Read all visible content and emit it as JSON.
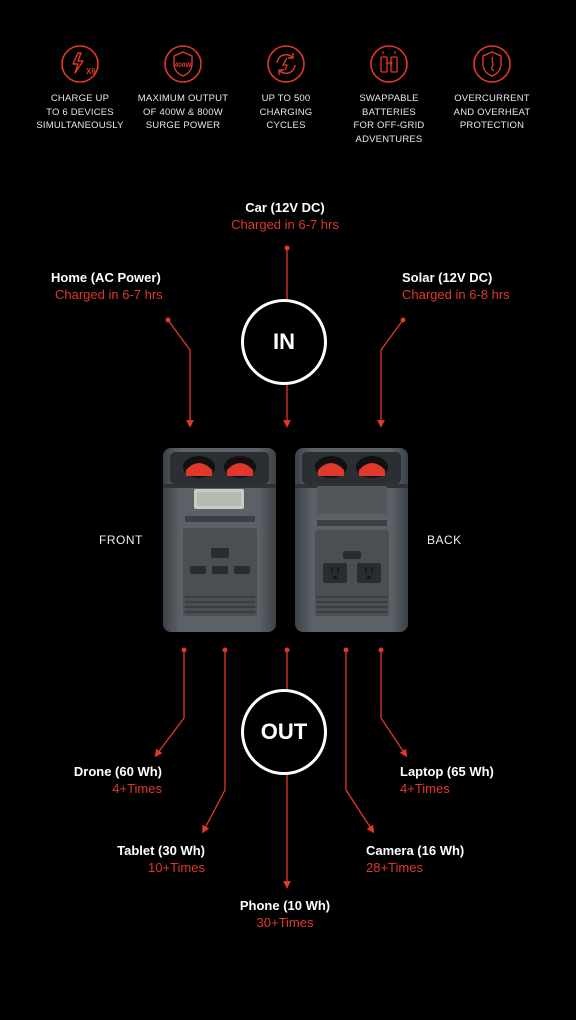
{
  "features": [
    {
      "icon": "charge-x6-icon",
      "text": "CHARGE UP\nTO 6 DEVICES\nSIMULTANEOUSLY",
      "badge": "X6"
    },
    {
      "icon": "shield-output-icon",
      "text": "MAXIMUM OUTPUT\nOF 400W & 800W\nSURGE POWER",
      "badge": "400W"
    },
    {
      "icon": "cycle-icon",
      "text": "UP TO 500\nCHARGING\nCYCLES"
    },
    {
      "icon": "swap-battery-icon",
      "text": "SWAPPABLE\nBATTERIES\nFOR OFF-GRID\nADVENTURES"
    },
    {
      "icon": "protection-icon",
      "text": "OVERCURRENT\nAND OVERHEAT\nPROTECTION"
    }
  ],
  "inputs": {
    "car": {
      "title": "Car (12V DC)",
      "sub": "Charged in 6-7 hrs"
    },
    "home": {
      "title": "Home (AC Power)",
      "sub": "Charged in 6-7 hrs"
    },
    "solar": {
      "title": "Solar (12V DC)",
      "sub": "Charged in 6-8 hrs"
    }
  },
  "in_label": "IN",
  "out_label": "OUT",
  "front_label": "FRONT",
  "back_label": "BACK",
  "outputs": {
    "drone": {
      "title": "Drone (60 Wh)",
      "sub": "4+Times"
    },
    "laptop": {
      "title": "Laptop (65 Wh)",
      "sub": "4+Times"
    },
    "tablet": {
      "title": "Tablet (30 Wh)",
      "sub": "10+Times"
    },
    "camera": {
      "title": "Camera (16 Wh)",
      "sub": "28+Times"
    },
    "phone": {
      "title": "Phone (10 Wh)",
      "sub": "30+Times"
    }
  },
  "colors": {
    "accent": "#e0382b",
    "background": "#000000"
  }
}
